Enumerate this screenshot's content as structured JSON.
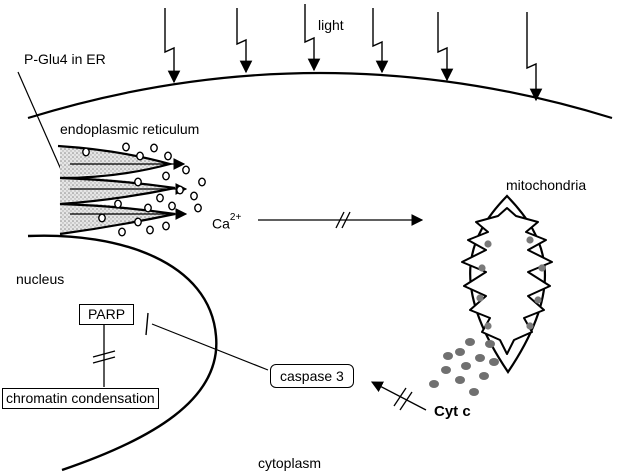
{
  "labels": {
    "light": "light",
    "pglu4": "P-Glu4 in ER",
    "er": "endoplasmic reticulum",
    "calcium_base": "Ca",
    "calcium_sup": "2+",
    "mitochondria": "mitochondria",
    "nucleus": "nucleus",
    "parp": "PARP",
    "chromatin": "chromatin condensation",
    "caspase": "caspase 3",
    "cytc": "Cyt c",
    "cytoplasm": "cytoplasm"
  },
  "colors": {
    "line": "#000000",
    "er_stipple": "#9a9a9a",
    "cytc_dots": "#707070",
    "mito_dots": "#7a7a7a",
    "background": "#ffffff"
  },
  "icons": {
    "light_arrow": "lightning-arrow-icon",
    "calcium_ion": "circle-icon",
    "inhibition": "inhibition-bar-icon",
    "blocked": "double-slash-icon"
  }
}
